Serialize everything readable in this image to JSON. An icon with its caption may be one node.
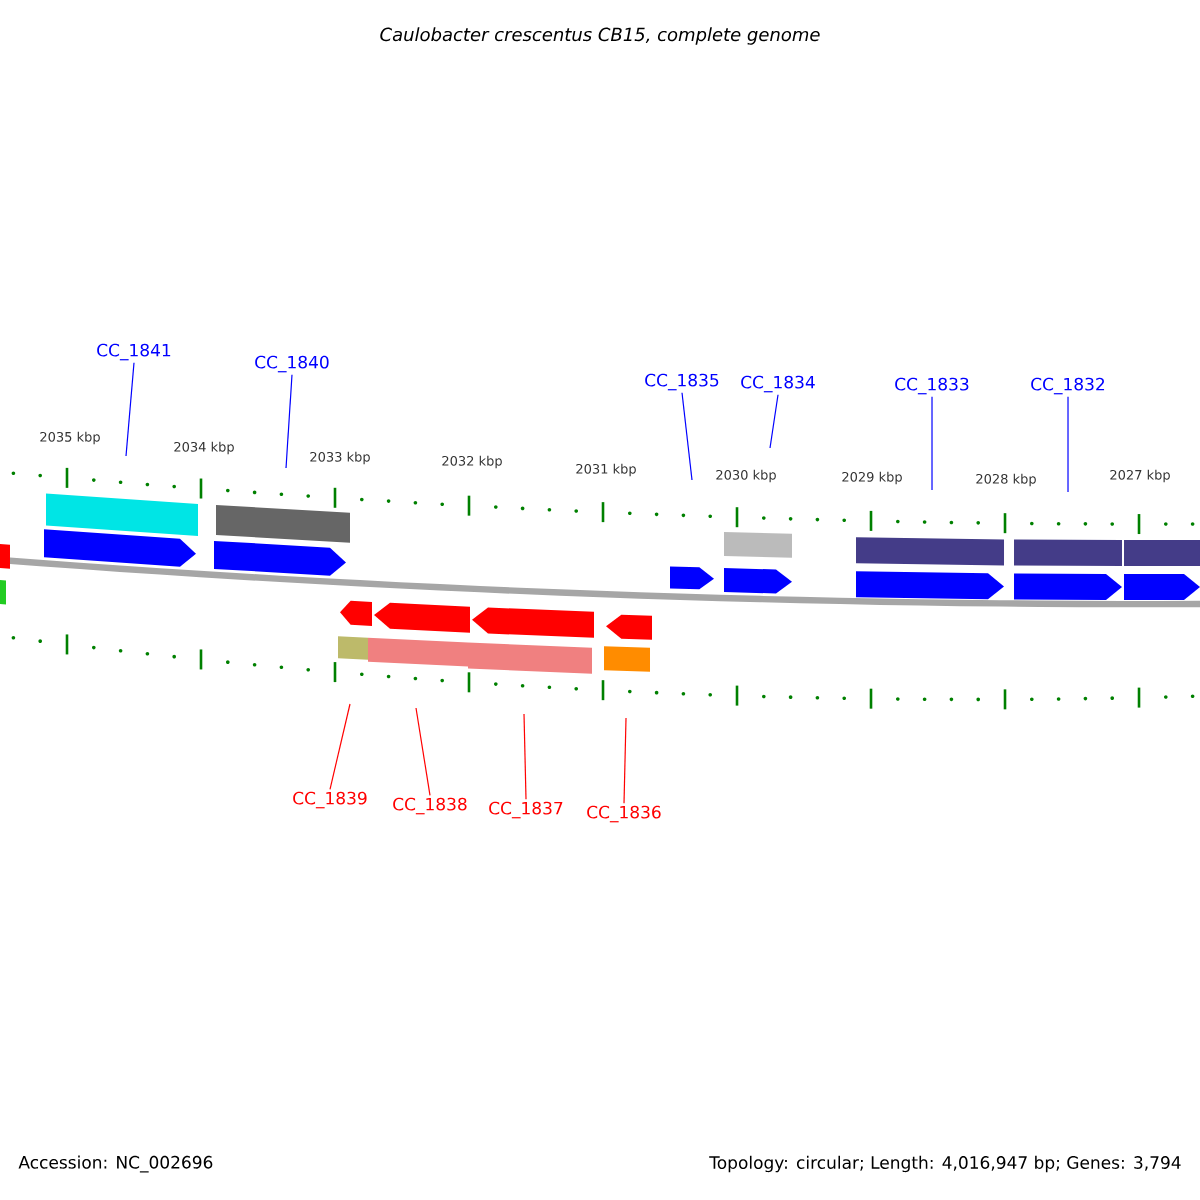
{
  "diagram": {
    "title": "Caulobacter crescentus CB15, complete genome",
    "nodes": [
      {
        "text": [
          "CC_1841"
        ]
      },
      {
        "text": [
          "CC_1840"
        ]
      },
      {
        "text": [
          "CC_1835"
        ]
      },
      {
        "text": [
          "CC_1834"
        ]
      },
      {
        "text": [
          "CC_1833"
        ]
      },
      {
        "text": [
          "CC_1832"
        ]
      },
      {
        "text": [
          "CC_1839"
        ]
      },
      {
        "text": [
          "CC_1838"
        ]
      },
      {
        "text": [
          "CC_1837"
        ]
      },
      {
        "text": [
          "CC_1836"
        ]
      }
    ],
    "edges": [
      {
        "from": 0,
        "to": null,
        "arrow": "none"
      },
      {
        "from": 1,
        "to": null,
        "arrow": "none"
      },
      {
        "from": 2,
        "to": null,
        "arrow": "none"
      },
      {
        "from": 3,
        "to": null,
        "arrow": "none"
      },
      {
        "from": 4,
        "to": null,
        "arrow": "none"
      },
      {
        "from": 5,
        "to": null,
        "arrow": "none"
      },
      {
        "from": 6,
        "to": null,
        "arrow": "none",
        "color": "#ff0000"
      },
      {
        "from": 7,
        "to": null,
        "arrow": "none",
        "color": "#ff0000"
      },
      {
        "from": 8,
        "to": null,
        "arrow": "none",
        "color": "#ff0000"
      },
      {
        "from": 9,
        "to": null,
        "arrow": "none",
        "color": "#ff0000"
      }
    ],
    "labels": [
      "2035 kbp",
      "2034 kbp",
      "2033 kbp",
      "2032 kbp",
      "2031 kbp",
      "2030 kbp",
      "2029 kbp",
      "2028 kbp",
      "2027 kbp",
      "Accession: NC_002696",
      "Topology: circular; Length: 4,016,947 bp; Genes: 3,794"
    ]
  }
}
